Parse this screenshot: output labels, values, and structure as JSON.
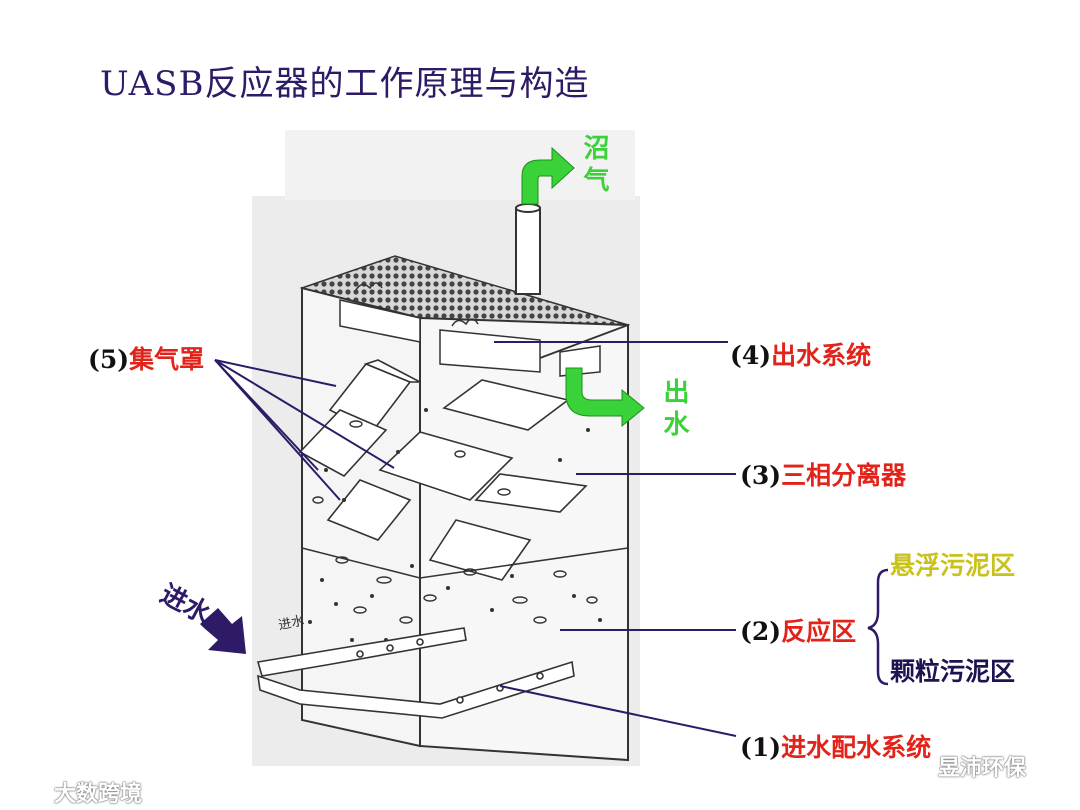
{
  "title": "UASB反应器的工作原理与构造",
  "labels": {
    "biogas": "沼气",
    "effluent": "出水",
    "influent": "进水",
    "inlet_small": "进水",
    "gas_hood_num": "(5)",
    "gas_hood": "集气罩",
    "outlet_system_num": "(4)",
    "outlet_system": "出水系统",
    "separator_num": "(3)",
    "separator": "三相分离器",
    "reaction_zone_num": "(2)",
    "reaction_zone": "反应区",
    "suspended_sludge": "悬浮污泥区",
    "granular_sludge": "颗粒污泥区",
    "distribution_num": "(1)",
    "distribution": "进水配水系统"
  },
  "watermarks": {
    "left": "大数跨境",
    "right": "昱沛环保"
  },
  "colors": {
    "title": "#2e1a66",
    "label_red": "#e2231a",
    "arrow_green": "#39d339",
    "leader_purple": "#2e1a66",
    "suspended_yellow": "#c9c21d"
  }
}
